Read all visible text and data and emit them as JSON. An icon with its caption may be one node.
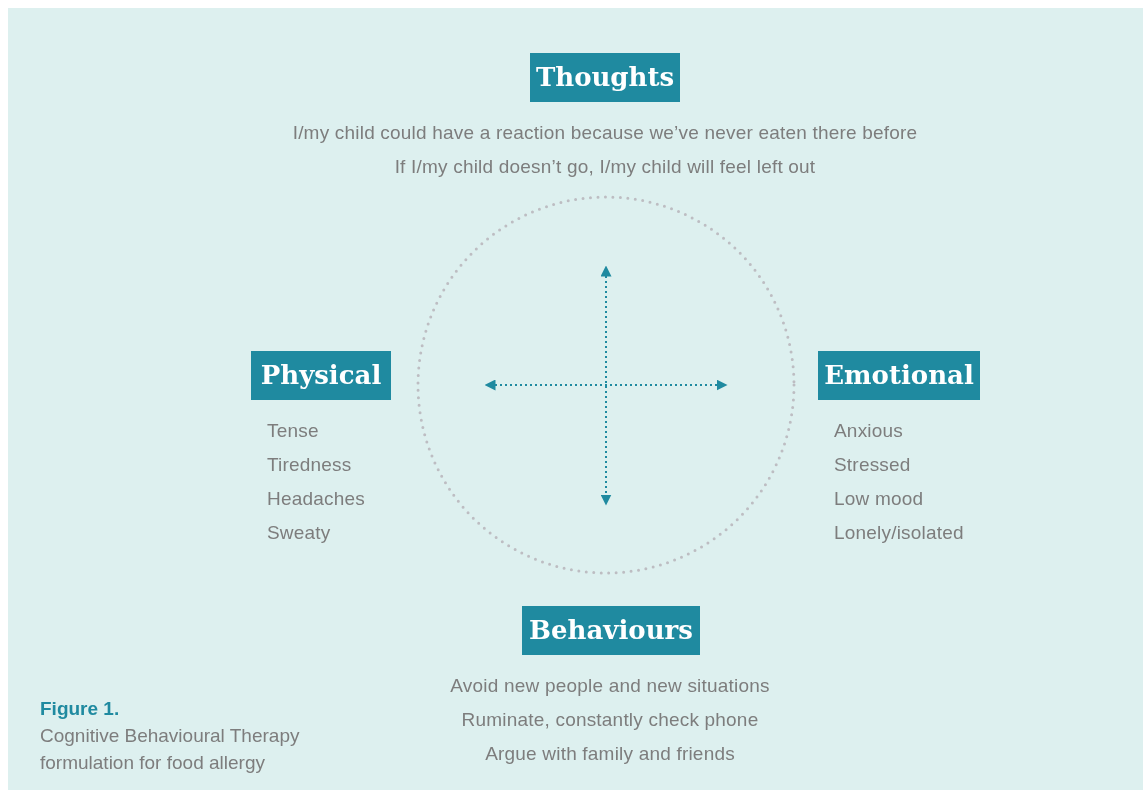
{
  "diagram": {
    "caption": "**Figure 1.** Cognitive Behavioural Therapy formulation for food allergy",
    "nodes": [
      {
        "text": [
          "Thoughts"
        ],
        "beside": [
          "I/my child could have a reaction because we’ve never eaten there before",
          "If I/my child doesn’t go, I/my child will feel left out"
        ]
      },
      {
        "text": [
          "Physical"
        ],
        "beside": [
          "Tense",
          "Tiredness",
          "Headaches",
          "Sweaty"
        ]
      },
      {
        "text": [
          "Emotional"
        ],
        "beside": [
          "Anxious",
          "Stressed",
          "Low mood",
          "Lonely/isolated"
        ]
      },
      {
        "text": [
          "Behaviours"
        ],
        "beside": [
          "Avoid new people and new situations",
          "Ruminate, constantly check phone",
          "Argue with family and friends"
        ]
      }
    ]
  }
}
